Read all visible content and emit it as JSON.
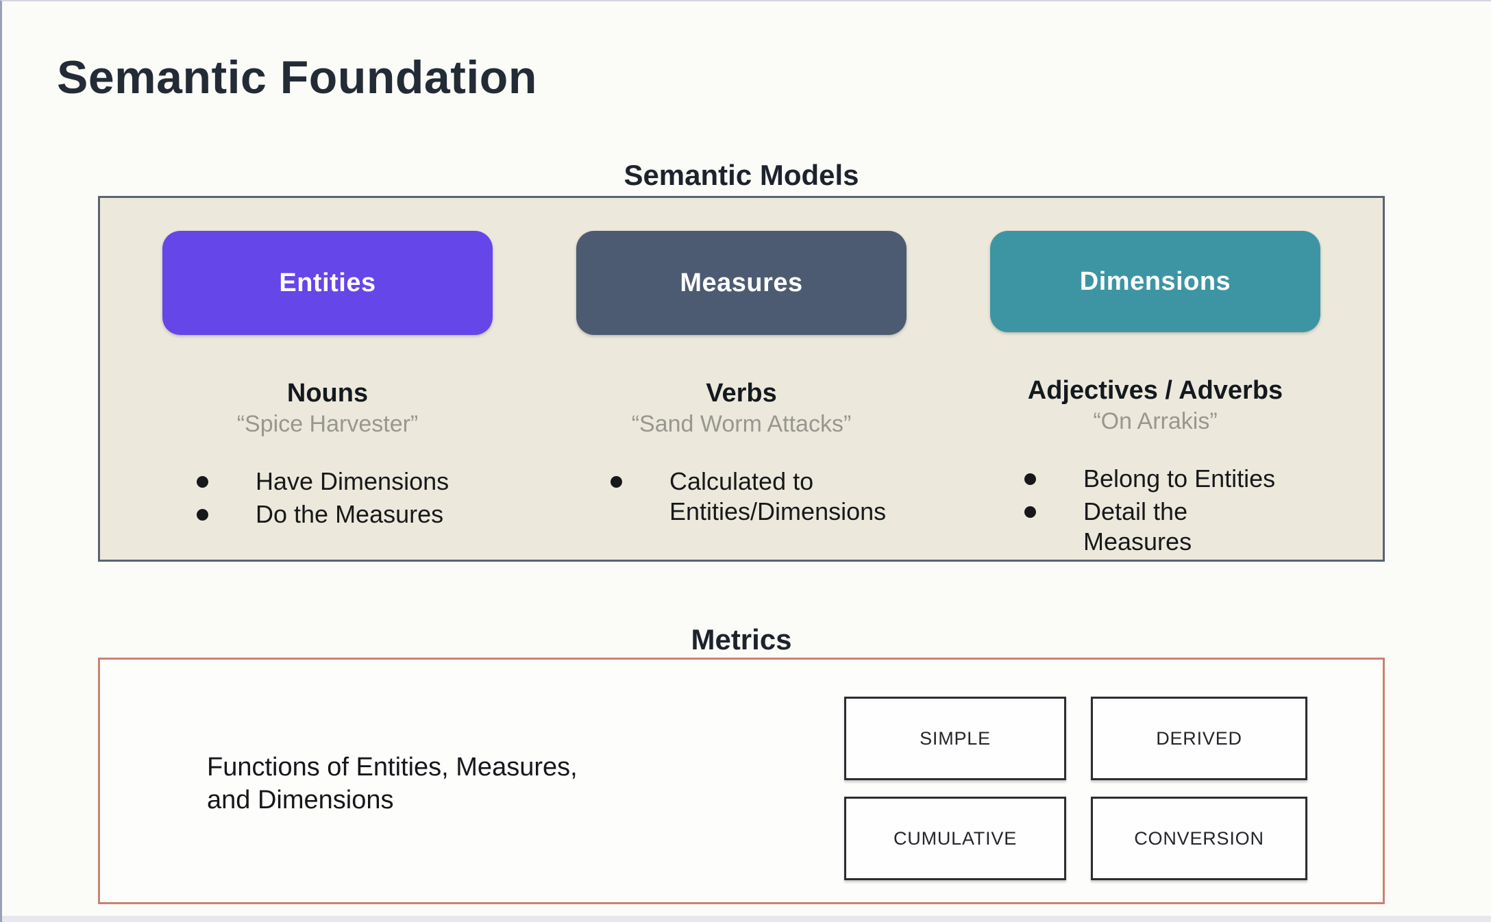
{
  "slide": {
    "title": "Semantic Foundation"
  },
  "colors": {
    "entities_pill": "#6546e8",
    "measures_pill": "#4d5b72",
    "dimensions_pill": "#3d95a4",
    "semantic_box_bg": "#ece9dc",
    "semantic_box_border": "#596371",
    "metrics_box_border": "#c9826f",
    "quote_text": "#98978f"
  },
  "semantic_models": {
    "heading": "Semantic Models",
    "columns": [
      {
        "pill": "Entities",
        "pill_color": "#6546e8",
        "subtitle": "Nouns",
        "quote": "“Spice Harvester”",
        "bullets": [
          "Have Dimensions",
          "Do the Measures"
        ]
      },
      {
        "pill": "Measures",
        "pill_color": "#4d5b72",
        "subtitle": "Verbs",
        "quote": "“Sand Worm Attacks”",
        "bullets": [
          "Calculated to Entities/Dimensions"
        ]
      },
      {
        "pill": "Dimensions",
        "pill_color": "#3d95a4",
        "subtitle": "Adjectives / Adverbs",
        "quote": "“On Arrakis”",
        "bullets": [
          "Belong to Entities",
          "Detail the Measures"
        ]
      }
    ]
  },
  "metrics": {
    "heading": "Metrics",
    "description": "Functions of Entities, Measures,\nand Dimensions",
    "boxes": [
      "SIMPLE",
      "DERIVED",
      "CUMULATIVE",
      "CONVERSION"
    ]
  }
}
